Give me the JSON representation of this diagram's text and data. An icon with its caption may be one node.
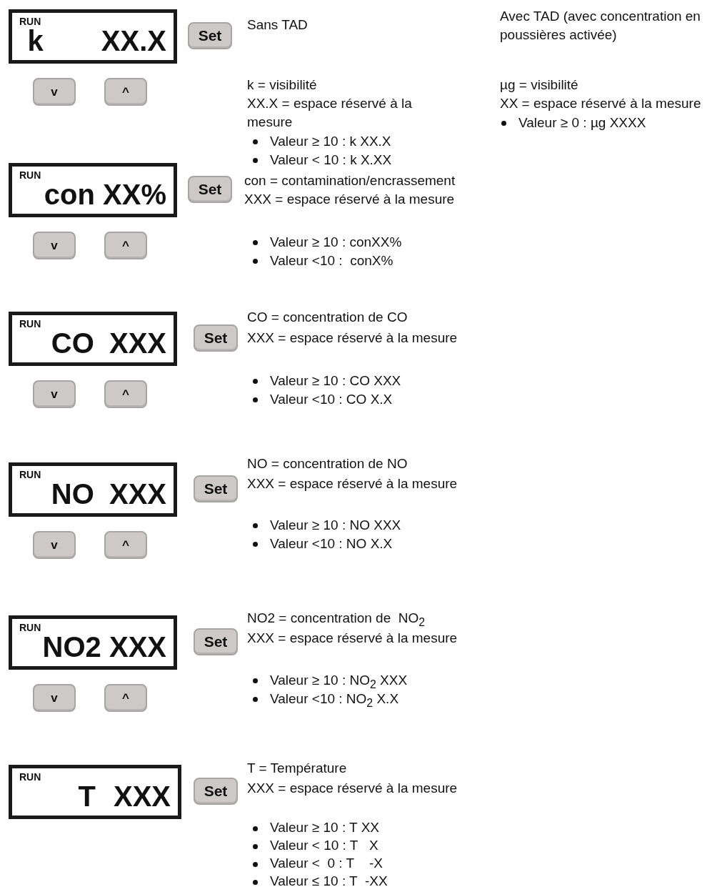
{
  "diagram": {
    "nodes": [
      {
        "text": [
          "RUN",
          "k XX.X"
        ]
      },
      {
        "text": [
          "Set"
        ]
      },
      {
        "text": [
          "v"
        ]
      },
      {
        "text": [
          "^"
        ]
      },
      {
        "text": [
          "RUN",
          "con XX%"
        ]
      },
      {
        "text": [
          "Set"
        ]
      },
      {
        "text": [
          "v"
        ]
      },
      {
        "text": [
          "^"
        ]
      },
      {
        "text": [
          "RUN",
          "CO XXX"
        ]
      },
      {
        "text": [
          "Set"
        ]
      },
      {
        "text": [
          "v"
        ]
      },
      {
        "text": [
          "^"
        ]
      },
      {
        "text": [
          "RUN",
          "NO XXX"
        ]
      },
      {
        "text": [
          "Set"
        ]
      },
      {
        "text": [
          "v"
        ]
      },
      {
        "text": [
          "^"
        ]
      },
      {
        "text": [
          "RUN",
          "NO2 XXX"
        ]
      },
      {
        "text": [
          "Set"
        ]
      },
      {
        "text": [
          "v"
        ]
      },
      {
        "text": [
          "^"
        ]
      },
      {
        "text": [
          "RUN",
          "T XXX"
        ]
      },
      {
        "text": [
          "Set"
        ]
      }
    ],
    "labels": [
      "Sans TAD",
      "Avec TAD (avec concentration en poussières activée)",
      "k = visibilité",
      "XX.X = espace réservé à la mesure",
      "Valeur ≥ 10 : k XX.X",
      "Valeur < 10 : k X.XX",
      "µg = visibilité",
      "XX = espace réservé à la mesure",
      "Valeur ≥ 0 : µg XXXX",
      "con = contamination/encrassement",
      "XXX = espace réservé à la mesure",
      "Valeur ≥ 10 : conXX%",
      "Valeur <10 :  conX%",
      "CO = concentration de CO",
      "XXX = espace réservé à la mesure",
      "Valeur ≥ 10 : CO XXX",
      "Valeur <10 : CO X.X",
      "NO = concentration de NO",
      "XXX = espace réservé à la mesure",
      "Valeur ≥ 10 : NO XXX",
      "Valeur <10 : NO X.X",
      "NO2 = concentration de  NO$_{2}$",
      "XXX = espace réservé à la mesure",
      "Valeur ≥ 10 : NO$_{2}$ XXX",
      "Valeur <10 : NO$_{2}$ X.X",
      "T = Température",
      "XXX = espace réservé à la mesure",
      "Valeur ≥ 10 : T XX",
      "Valeur < 10 : T   X",
      "Valeur <  0 : T    -X",
      "Valeur ≤ 10 : T  -XX"
    ]
  }
}
